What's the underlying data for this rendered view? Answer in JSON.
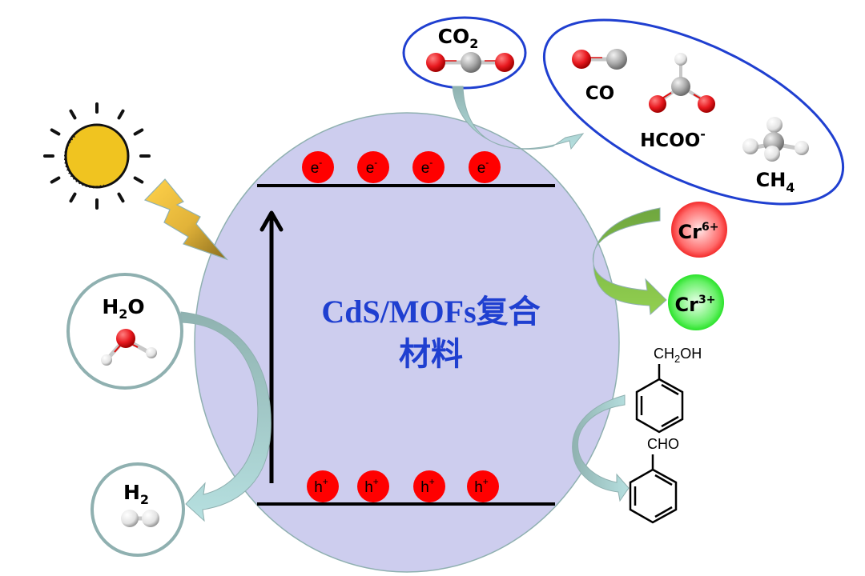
{
  "diagram": {
    "title": {
      "line1": "CdS/MOFs复合",
      "line2": "材料"
    },
    "conduction_band": {
      "carrier_label": "e",
      "carrier_charge": "-",
      "carrier_count": 4
    },
    "valence_band": {
      "carrier_label": "h",
      "carrier_charge": "+",
      "carrier_count": 4
    },
    "light_source": {
      "icon": "sun-icon",
      "bolt_icon": "lightning-bolt-icon"
    },
    "reactants": {
      "co2": {
        "label": "CO",
        "sub": "2"
      },
      "h2o": {
        "label_h": "H",
        "sub": "2",
        "label_o": "O"
      },
      "cr6": {
        "label": "Cr",
        "sup": "6+"
      },
      "benzyl_alcohol": {
        "label_a": "CH",
        "sub": "2",
        "label_b": "OH"
      }
    },
    "products": {
      "co": {
        "label": "CO"
      },
      "hcoo": {
        "label": "HCOO",
        "sup": "-"
      },
      "ch4": {
        "label": "CH",
        "sub": "4"
      },
      "h2": {
        "label": "H",
        "sub": "2"
      },
      "cr3": {
        "label": "Cr",
        "sup": "3+"
      },
      "benzaldehyde": {
        "label": "CHO"
      }
    },
    "colors": {
      "catalyst_fill": "#cdcdee",
      "catalyst_stroke": "#8fb0b0",
      "carrier": "#ff0000",
      "title": "#1f3fd0",
      "ellipse_stroke": "#1f3fd0",
      "teal_arrow": "#93b9b6",
      "green_arrow": "#7ab648",
      "sun": "#f0c420"
    }
  }
}
